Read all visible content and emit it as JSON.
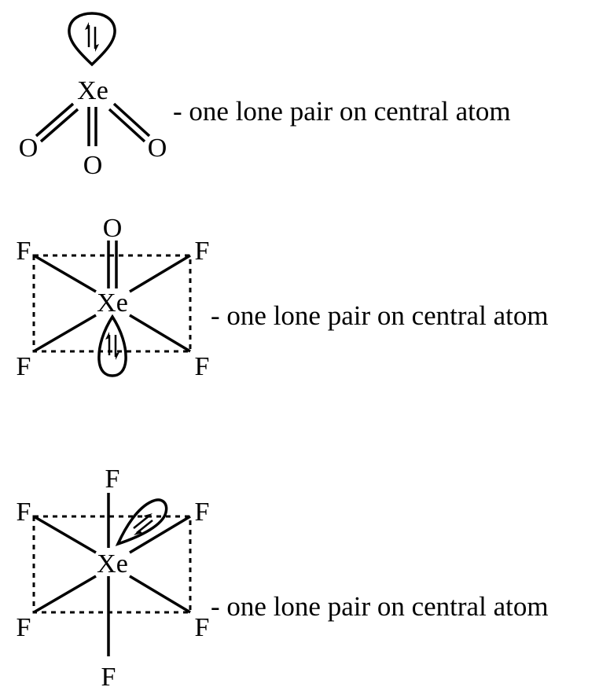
{
  "structures": [
    {
      "central_atom": "Xe",
      "ligands": [
        "O",
        "O",
        "O"
      ],
      "caption": "- one lone pair on central atom"
    },
    {
      "central_atom": "Xe",
      "ligands": [
        "O",
        "F",
        "F",
        "F",
        "F"
      ],
      "caption": "- one lone pair on central atom"
    },
    {
      "central_atom": "Xe",
      "ligands": [
        "F",
        "F",
        "F",
        "F",
        "F",
        "F"
      ],
      "caption": "- one lone pair on central atom"
    }
  ],
  "icons": {
    "lone_pair": "lone-pair-lobe-icon",
    "spin_pair": "up-down-electron-arrows-icon"
  },
  "colors": {
    "ink": "#000000",
    "background": "#ffffff"
  }
}
